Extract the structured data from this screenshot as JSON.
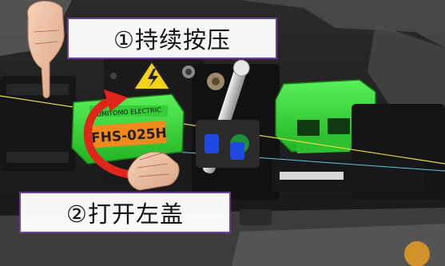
{
  "steps": [
    {
      "label": "①持续按压"
    },
    {
      "label": "②打开左盖"
    }
  ],
  "device": {
    "brand_label": "SUMITOMO ELECTRIC",
    "model_label": "FHS-025H",
    "icons": [
      "high-voltage-warning-icon",
      "pointing-hand-icon",
      "rotate-arrow-icon"
    ]
  },
  "colors": {
    "callout_border": "#6a3f9a",
    "clamp_green": "#3ad83a",
    "label_orange": "#f08a1c",
    "arrow_red": "#e0261b",
    "fiber_yellow": "#e8d84a",
    "warning_yellow": "#f4d21a"
  }
}
